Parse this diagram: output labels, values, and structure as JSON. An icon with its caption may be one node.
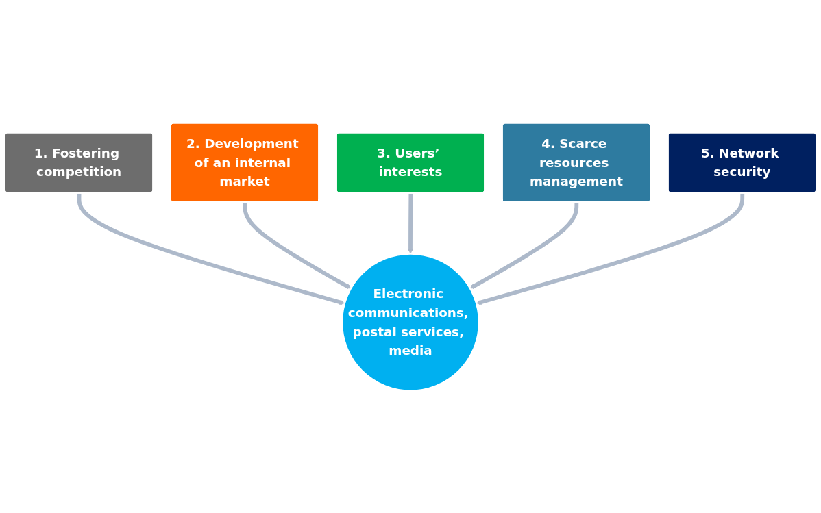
{
  "diagram": {
    "nodes": [
      {
        "text": [
          "1. Fostering competition"
        ]
      },
      {
        "text": [
          "2. Development of an internal market"
        ]
      },
      {
        "text": [
          "3. Users’ interests"
        ]
      },
      {
        "text": [
          "4. Scarce resources management"
        ]
      },
      {
        "text": [
          "5. Network security"
        ]
      },
      {
        "text": [
          "Electronic communications, postal services, media"
        ]
      }
    ],
    "edges": [
      {
        "from": 0,
        "to": 5,
        "arrow": "to"
      },
      {
        "from": 1,
        "to": 5,
        "arrow": "to"
      },
      {
        "from": 2,
        "to": 5,
        "arrow": "to"
      },
      {
        "from": 3,
        "to": 5,
        "arrow": "to"
      },
      {
        "from": 4,
        "to": 5,
        "arrow": "to"
      }
    ]
  }
}
